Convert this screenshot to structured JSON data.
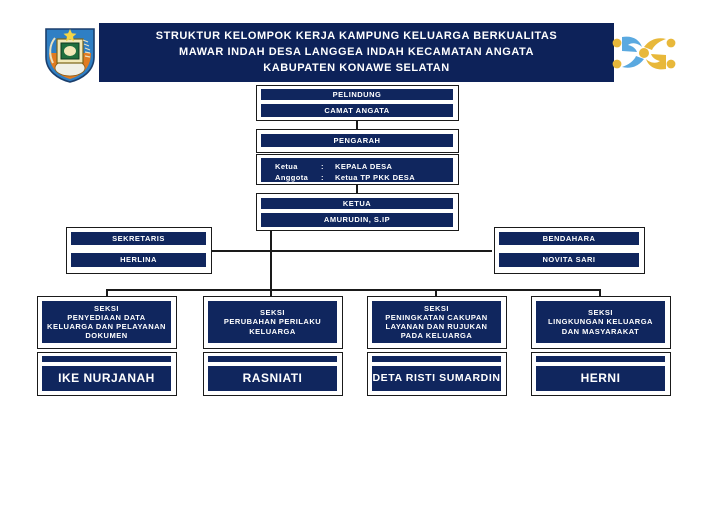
{
  "header": {
    "line1": "STRUKTUR KELOMPOK KERJA KAMPUNG KELUARGA BERKUALITAS",
    "line2": "MAWAR INDAH DESA LANGGEA INDAH KECAMATAN ANGATA",
    "line3": "KABUPATEN KONAWE SELATAN",
    "left_logo_name": "konawe-selatan-regency-crest",
    "right_logo_name": "bangga-kencana-logo",
    "band_color": "#0d2259",
    "box_color": "#10265e"
  },
  "chart": {
    "pelindung": {
      "title": "PELINDUNG",
      "holder": "CAMAT ANGATA"
    },
    "pengarah": {
      "title": "PENGARAH",
      "rows": [
        {
          "role": "Ketua",
          "sep": ":",
          "name": "KEPALA DESA"
        },
        {
          "role": "Anggota",
          "sep": ":",
          "name": "Ketua TP  PKK DESA"
        }
      ]
    },
    "ketua": {
      "title": "KETUA",
      "holder": "AMURUDIN, S.IP"
    },
    "sekretaris": {
      "title": "SEKRETARIS",
      "holder": "HERLINA"
    },
    "bendahara": {
      "title": "BENDAHARA",
      "holder": "NOVITA SARI"
    },
    "seksi": [
      {
        "label": "SEKSI\nPENYEDIAAN DATA\nKELUARGA DAN PELAYANAN\nDOKUMEN",
        "holder": "IKE NURJANAH"
      },
      {
        "label": "SEKSI\nPERUBAHAN PERILAKU\nKELUARGA",
        "holder": "RASNIATI"
      },
      {
        "label": "SEKSI\nPENINGKATAN CAKUPAN\nLAYANAN DAN RUJUKAN\nPADA KELUARGA",
        "holder": "DETA RISTI SUMARDIN"
      },
      {
        "label": "SEKSI\nLINGKUNGAN KELUARGA\nDAN MASYARAKAT",
        "holder": "HERNI"
      }
    ]
  }
}
